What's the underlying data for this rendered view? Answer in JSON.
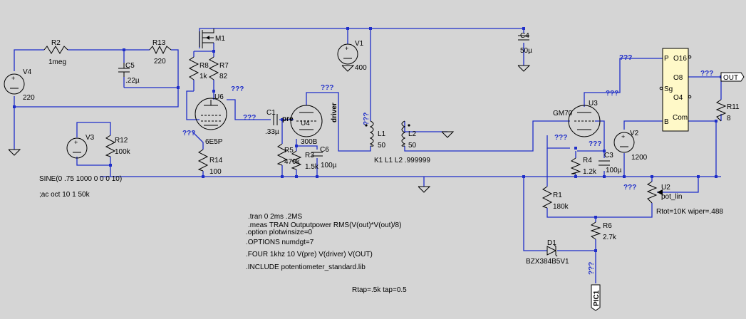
{
  "components": {
    "V4": {
      "name": "V4",
      "value": "220"
    },
    "R2": {
      "name": "R2",
      "value": "1meg"
    },
    "C5": {
      "name": "C5",
      "value": ".22µ"
    },
    "R13": {
      "name": "R13",
      "value": "220"
    },
    "M1": {
      "name": "M1"
    },
    "R8": {
      "name": "R8",
      "value": "1k"
    },
    "R7": {
      "name": "R7",
      "value": "82"
    },
    "U6": {
      "name": "U6",
      "value": "6E5P"
    },
    "V3": {
      "name": "V3"
    },
    "R12": {
      "name": "R12",
      "value": "100k"
    },
    "R14": {
      "name": "R14",
      "value": "100"
    },
    "C1": {
      "name": "C1",
      "value": ".33µ"
    },
    "U4": {
      "name": "U4",
      "value": "300B"
    },
    "R5": {
      "name": "R5",
      "value": "470k"
    },
    "R3": {
      "name": "R3",
      "value": "1.5k"
    },
    "C6": {
      "name": "C6",
      "value": "100µ"
    },
    "V1": {
      "name": "V1",
      "value": "400"
    },
    "C4": {
      "name": "C4",
      "value": "50µ"
    },
    "L1": {
      "name": "L1",
      "value": "50"
    },
    "L2": {
      "name": "L2",
      "value": "50"
    },
    "U3": {
      "name": "U3",
      "value": "GM70"
    },
    "R4": {
      "name": "R4",
      "value": "1.2k"
    },
    "C3": {
      "name": "C3",
      "value": "100µ"
    },
    "V2": {
      "name": "V2",
      "value": "1200"
    },
    "R1": {
      "name": "R1",
      "value": "180k"
    },
    "R6": {
      "name": "R6",
      "value": "2.7k"
    },
    "D1": {
      "name": "D1",
      "value": "BZX384B5V1"
    },
    "U2": {
      "name": "U2",
      "value": "pot_lin"
    },
    "R11": {
      "name": "R11",
      "value": "8"
    }
  },
  "net_labels": {
    "pre": "pre",
    "driver": "driver",
    "out": "OUT",
    "pic1": "PIC1",
    "unknown": "???"
  },
  "coupling": "K1 L1 L2 .999999",
  "v3_source": "SINE(0 .75 1000 0 0 0 10)",
  "ac_comment": ";ac oct 10 1 50k",
  "directives": [
    ".tran 0 2ms .2MS",
    ".meas TRAN Outputpower RMS(V(out)*V(out)/8)",
    ".option plotwinsize=0",
    ".OPTIONS numdgt=7",
    ".FOUR 1khz 10 V(pre) V(driver) V(OUT)",
    ".INCLUDE potentiometer_standard.lib"
  ],
  "u2_params": "Rtot=10K wiper=.488",
  "rtap_params": "Rtap=.5k tap=0.5",
  "pot_block": {
    "pins": {
      "p": "P",
      "o16": "O16",
      "o8": "O8",
      "sg": "Sg",
      "o4": "O4",
      "b": "B",
      "com": "Com"
    }
  },
  "colors": {
    "background": "#d5d5d5",
    "wire": "#1f2ec9",
    "component": "#000000",
    "block_fill": "#fff9c8"
  }
}
